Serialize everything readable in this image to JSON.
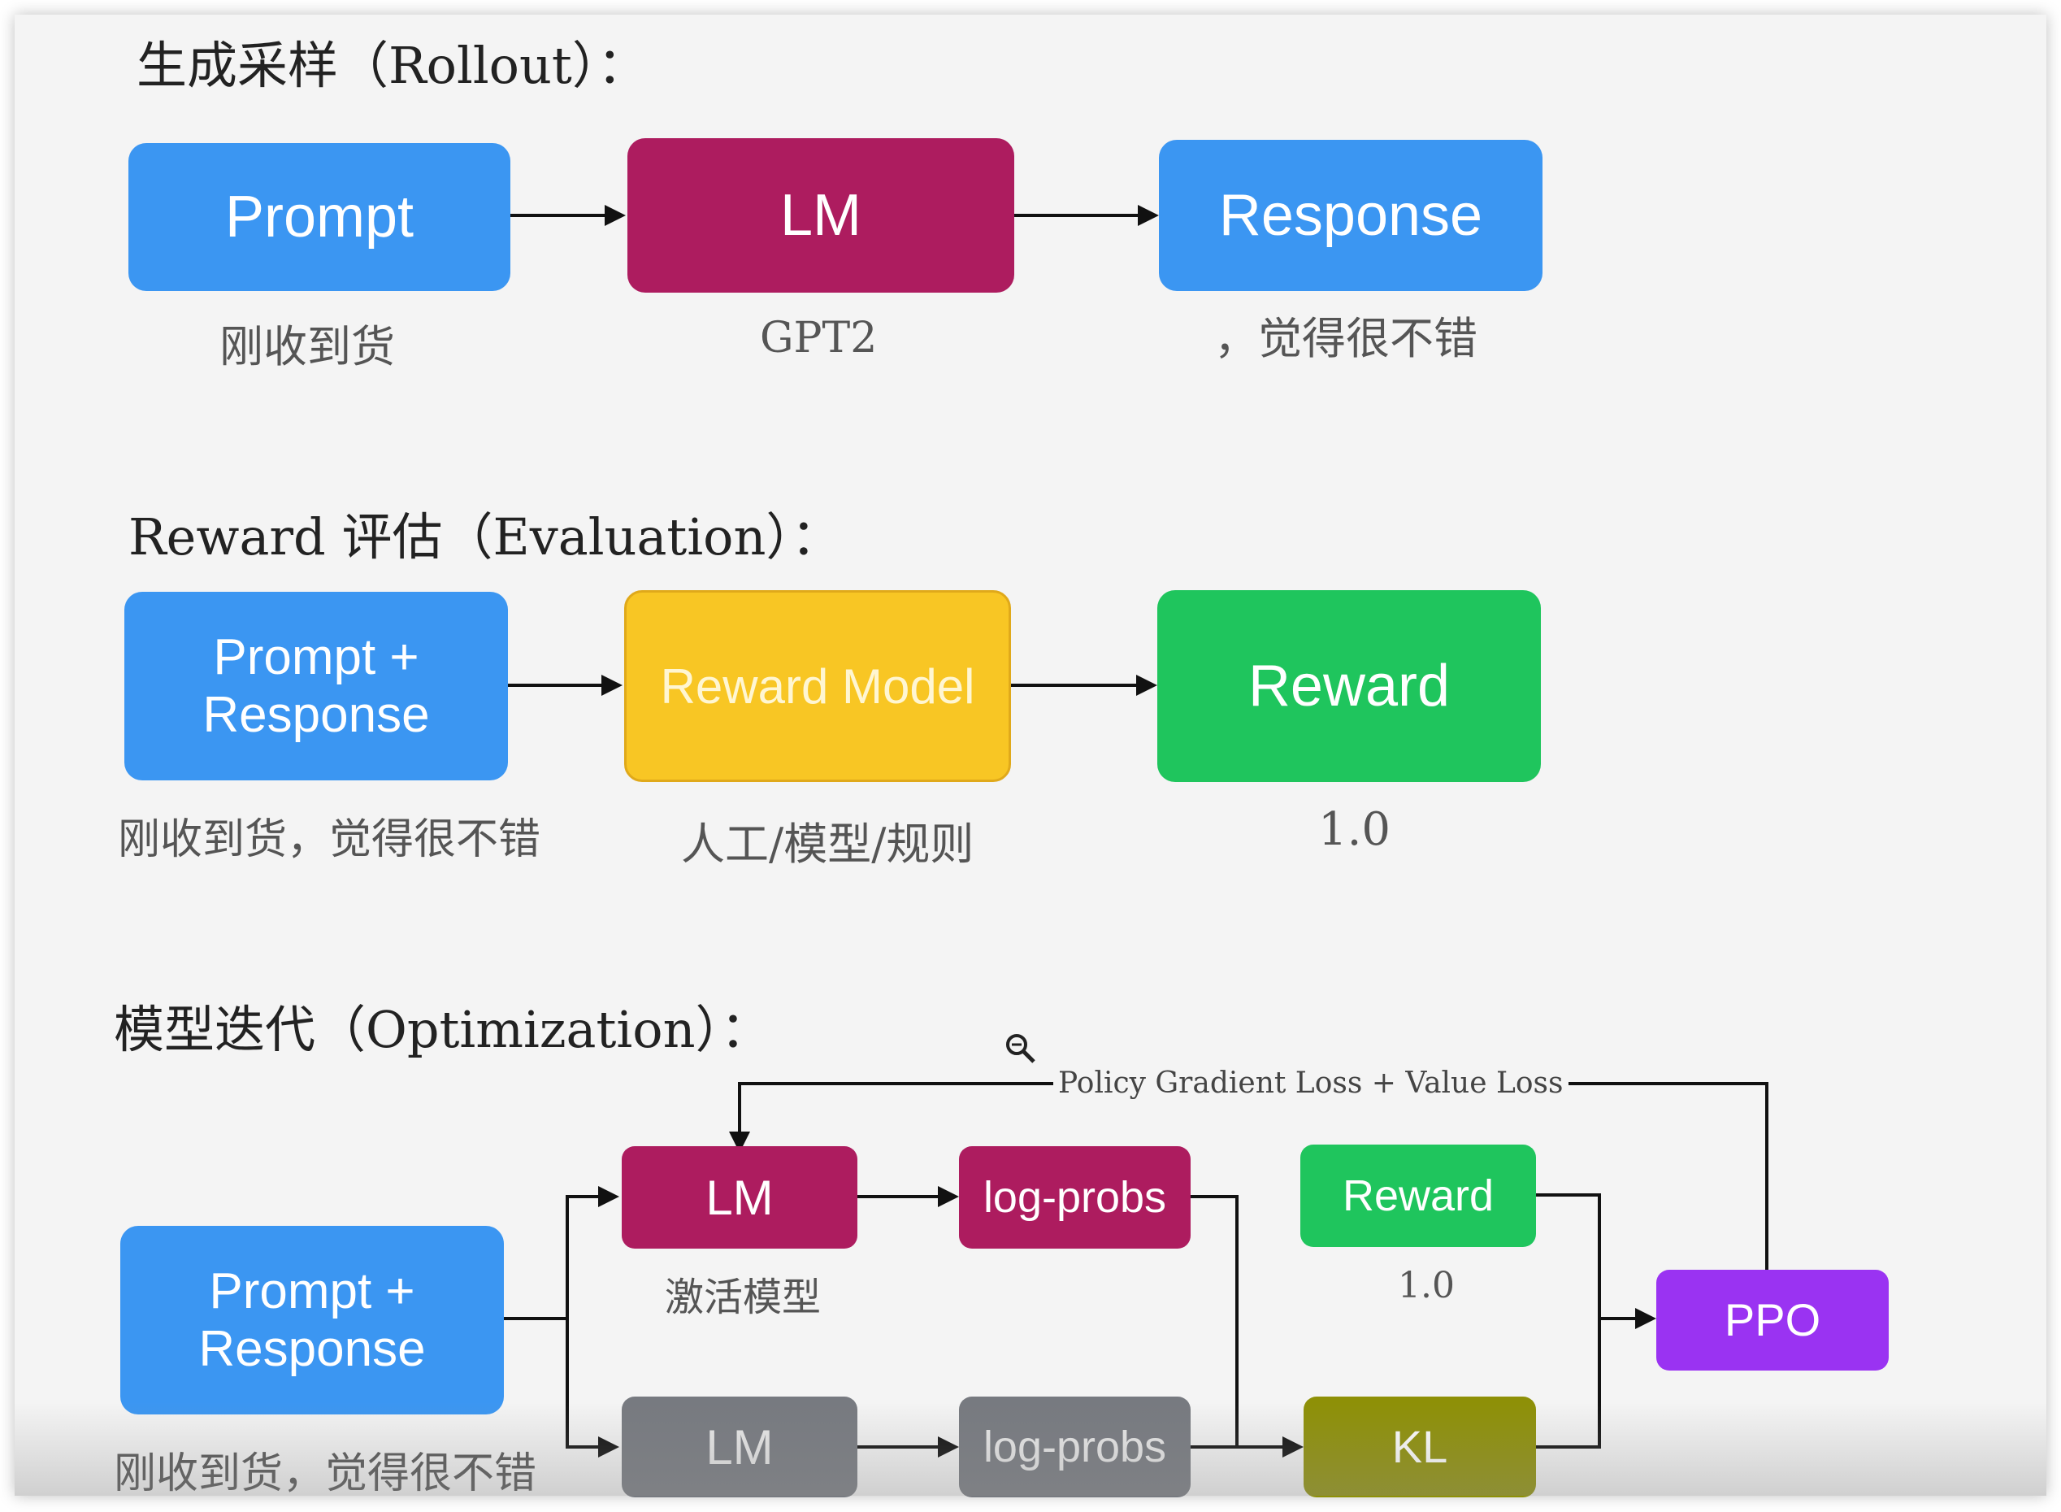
{
  "sections": {
    "rollout": {
      "title": "生成采样（Rollout）：",
      "prompt_box": "Prompt",
      "lm_box": "LM",
      "response_box": "Response",
      "prompt_caption": "刚收到货",
      "lm_caption": "GPT2",
      "response_caption": "，觉得很不错"
    },
    "evaluation": {
      "title": "Reward 评估（Evaluation）：",
      "input_box_line1": "Prompt +",
      "input_box_line2": "Response",
      "reward_model_box": "Reward Model",
      "reward_box": "Reward",
      "input_caption": "刚收到货，觉得很不错",
      "reward_model_caption": "人工/模型/规则",
      "reward_caption": "1.0"
    },
    "optimization": {
      "title": "模型迭代（Optimization）：",
      "input_box_line1": "Prompt +",
      "input_box_line2": "Response",
      "input_caption": "刚收到货，觉得很不错",
      "active_lm_box": "LM",
      "active_lm_caption": "激活模型",
      "active_logprobs_box": "log-probs",
      "reward_box": "Reward",
      "reward_caption": "1.0",
      "ppo_box": "PPO",
      "ref_lm_box": "LM",
      "ref_logprobs_box": "log-probs",
      "kl_box": "KL",
      "loss_label": "Policy Gradient Loss + Value Loss"
    }
  },
  "colors": {
    "blue": "#3b96f2",
    "crimson": "#ad1c5f",
    "yellow": "#f8c624",
    "green": "#1fc55d",
    "purple": "#9a33f2",
    "gray": "#777a80",
    "olive": "#8e9007"
  },
  "icons": {
    "zoom": "zoom-out-icon"
  }
}
